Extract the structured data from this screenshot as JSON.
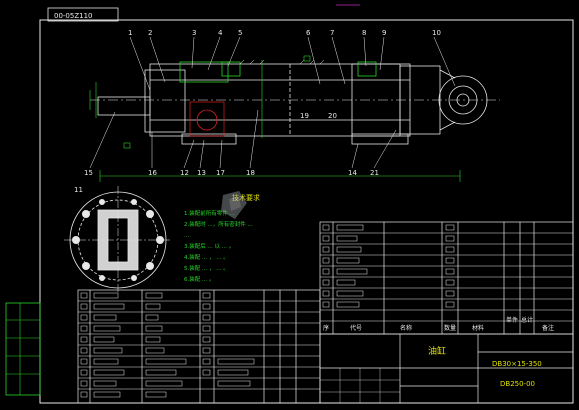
{
  "drawing": {
    "stamp_top": "00-05Z110",
    "part_name": "油缸",
    "drawing_no_top": "DB30×15-350",
    "drawing_no_bottom": "DB250-00",
    "tech_req_title": "技术要求",
    "tech_req_lines": [
      "1.装配前所有零件 ...",
      "2.装配时 ...，所有密封件 ...",
      "   ...",
      "3.装配后 ... 以 ... 。",
      "4.装配 ... ， ... 。",
      "5.装配 ... ， ... 。",
      "6.装配 ... 。"
    ],
    "callouts_top": [
      "1",
      "2",
      "3",
      "4",
      "5",
      "6",
      "7",
      "8",
      "9",
      "10"
    ],
    "callouts_bottom": [
      "15",
      "16",
      "12",
      "13",
      "17",
      "18",
      "19",
      "20",
      "14",
      "21"
    ],
    "callout_section": "11",
    "title_block_headers": [
      "序",
      "代号",
      "名称",
      "数量",
      "材料",
      "单件",
      "总计",
      "备注"
    ],
    "marks": {
      "arrow_top": "→"
    },
    "colors": {
      "line": "#e8e8e8",
      "accent_green": "#27d627",
      "accent_yellow": "#e0e000",
      "accent_red": "#e02020",
      "accent_purple": "#c030c0",
      "bg": "#000000"
    }
  }
}
